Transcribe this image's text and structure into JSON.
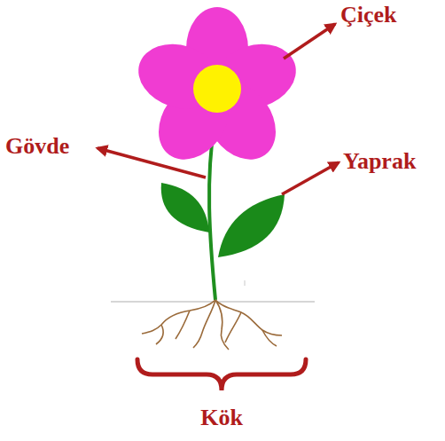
{
  "diagram": {
    "labels": [
      "Çiçek",
      "Gövde",
      "Yaprak",
      "Kök"
    ]
  }
}
